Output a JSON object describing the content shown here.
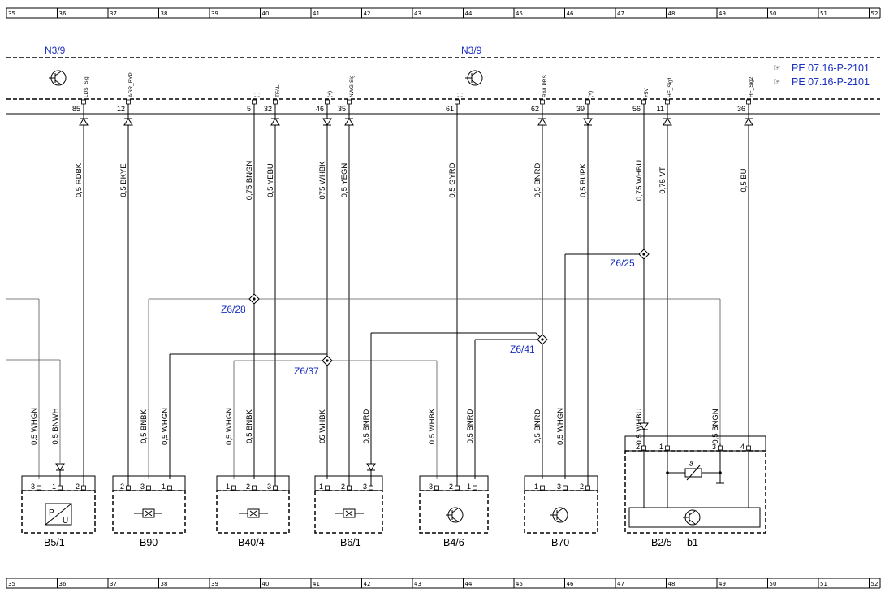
{
  "ruler_top": [
    "35",
    "36",
    "37",
    "38",
    "39",
    "40",
    "41",
    "42",
    "43",
    "44",
    "45",
    "46",
    "47",
    "48",
    "49",
    "50",
    "51",
    "52"
  ],
  "ruler_bottom": [
    "35",
    "36",
    "37",
    "38",
    "39",
    "40",
    "41",
    "42",
    "43",
    "44",
    "45",
    "46",
    "47",
    "48",
    "49",
    "50",
    "51",
    "52"
  ],
  "ecu": {
    "left_label": "N3/9",
    "right_label": "N3/9"
  },
  "doc_refs": [
    "PE 07.16-P-2101",
    "PE 07.16-P-2101"
  ],
  "ecu_pins": [
    {
      "num": "85",
      "signal": "LDS_Sig",
      "wire": "0,5 RDBK"
    },
    {
      "num": "12",
      "signal": "AGR_BYP",
      "wire": "0,5 BKYE"
    },
    {
      "num": "5",
      "signal": "(-)",
      "wire": "0,75 BNGN"
    },
    {
      "num": "32",
      "signal": "TFAL",
      "wire": "0,5 YEBU"
    },
    {
      "num": "46",
      "signal": "(+)",
      "wire": "075 WHBK"
    },
    {
      "num": "35",
      "signal": "NWG-Sig",
      "wire": "0,5 YEGN"
    },
    {
      "num": "61",
      "signal": "(-)",
      "wire": "0,5 GYRD"
    },
    {
      "num": "62",
      "signal": "RAILPRS",
      "wire": "0,5 BNRD"
    },
    {
      "num": "39",
      "signal": "(+)",
      "wire": "0,5 BUPK"
    },
    {
      "num": "56",
      "signal": "+5V",
      "wire": "0,75 WHBU"
    },
    {
      "num": "11",
      "signal": "HF_Sig1",
      "wire": "0,75 VT"
    },
    {
      "num": "36",
      "signal": "HF_Sig2",
      "wire": "0,5 BU"
    }
  ],
  "splices": [
    "Z6/25",
    "Z6/28",
    "Z6/37",
    "Z6/41"
  ],
  "lower_wires": [
    "0,5 WHGN",
    "0,5 BNWH",
    "0,5 BNBK",
    "0,5 WHGN",
    "0,5 WHGN",
    "0,5 BNBK",
    "05 WHBK",
    "0,5 BNRD",
    "0,5 WHBK",
    "0,5 BNRD",
    "0,5 BNRD",
    "0,5 WHGN",
    "0,5 WHBU",
    "0,5 BNGN"
  ],
  "components": [
    "B5/1",
    "B90",
    "B40/4",
    "B6/1",
    "B4/6",
    "B70",
    "B2/5"
  ],
  "sub_label": "b1",
  "pins": {
    "b51": [
      "3",
      "1",
      "2"
    ],
    "b90": [
      "2",
      "3",
      "1"
    ],
    "b404": [
      "1",
      "2",
      "3"
    ],
    "b61": [
      "1",
      "2",
      "3"
    ],
    "b46": [
      "3",
      "2",
      "1"
    ],
    "b70": [
      "1",
      "3",
      "2"
    ],
    "b25": [
      "2",
      "1",
      "3",
      "4"
    ]
  },
  "pu_letters": [
    "P",
    "U"
  ],
  "theta": "ϑ"
}
